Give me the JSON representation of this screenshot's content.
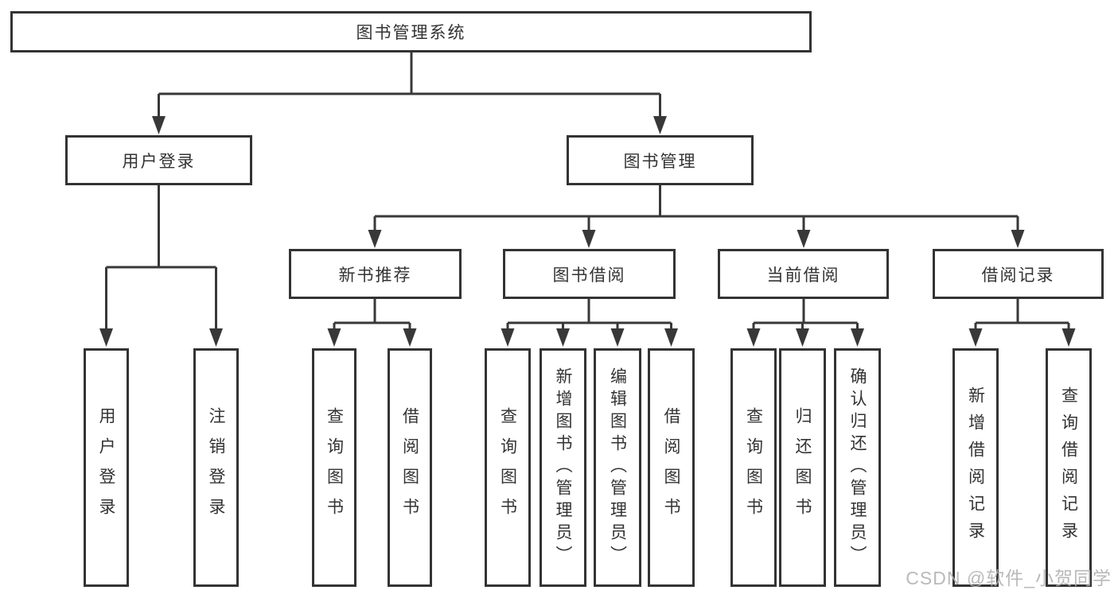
{
  "nodes": {
    "root": "图书管理系统",
    "user_login": "用户登录",
    "book_management": "图书管理",
    "new_book_recommend": "新书推荐",
    "book_borrow": "图书借阅",
    "current_borrow": "当前借阅",
    "borrow_records": "借阅记录"
  },
  "leaves": [
    "用户登录",
    "注销登录",
    "查询图书",
    "借阅图书",
    "查询图书",
    "新增图书（管理员）",
    "编辑图书（管理员）",
    "借阅图书",
    "查询图书",
    "归还图书",
    "确认归还（管理员）",
    "新增借阅记录",
    "查询借阅记录"
  ],
  "watermark": "CSDN @软件_小贺同学",
  "colors": {
    "line": "#383838",
    "box_border": "#333333",
    "box_fill": "#ffffff",
    "text": "#333333",
    "background": "#ffffff",
    "watermark": "#b0b0b0"
  }
}
